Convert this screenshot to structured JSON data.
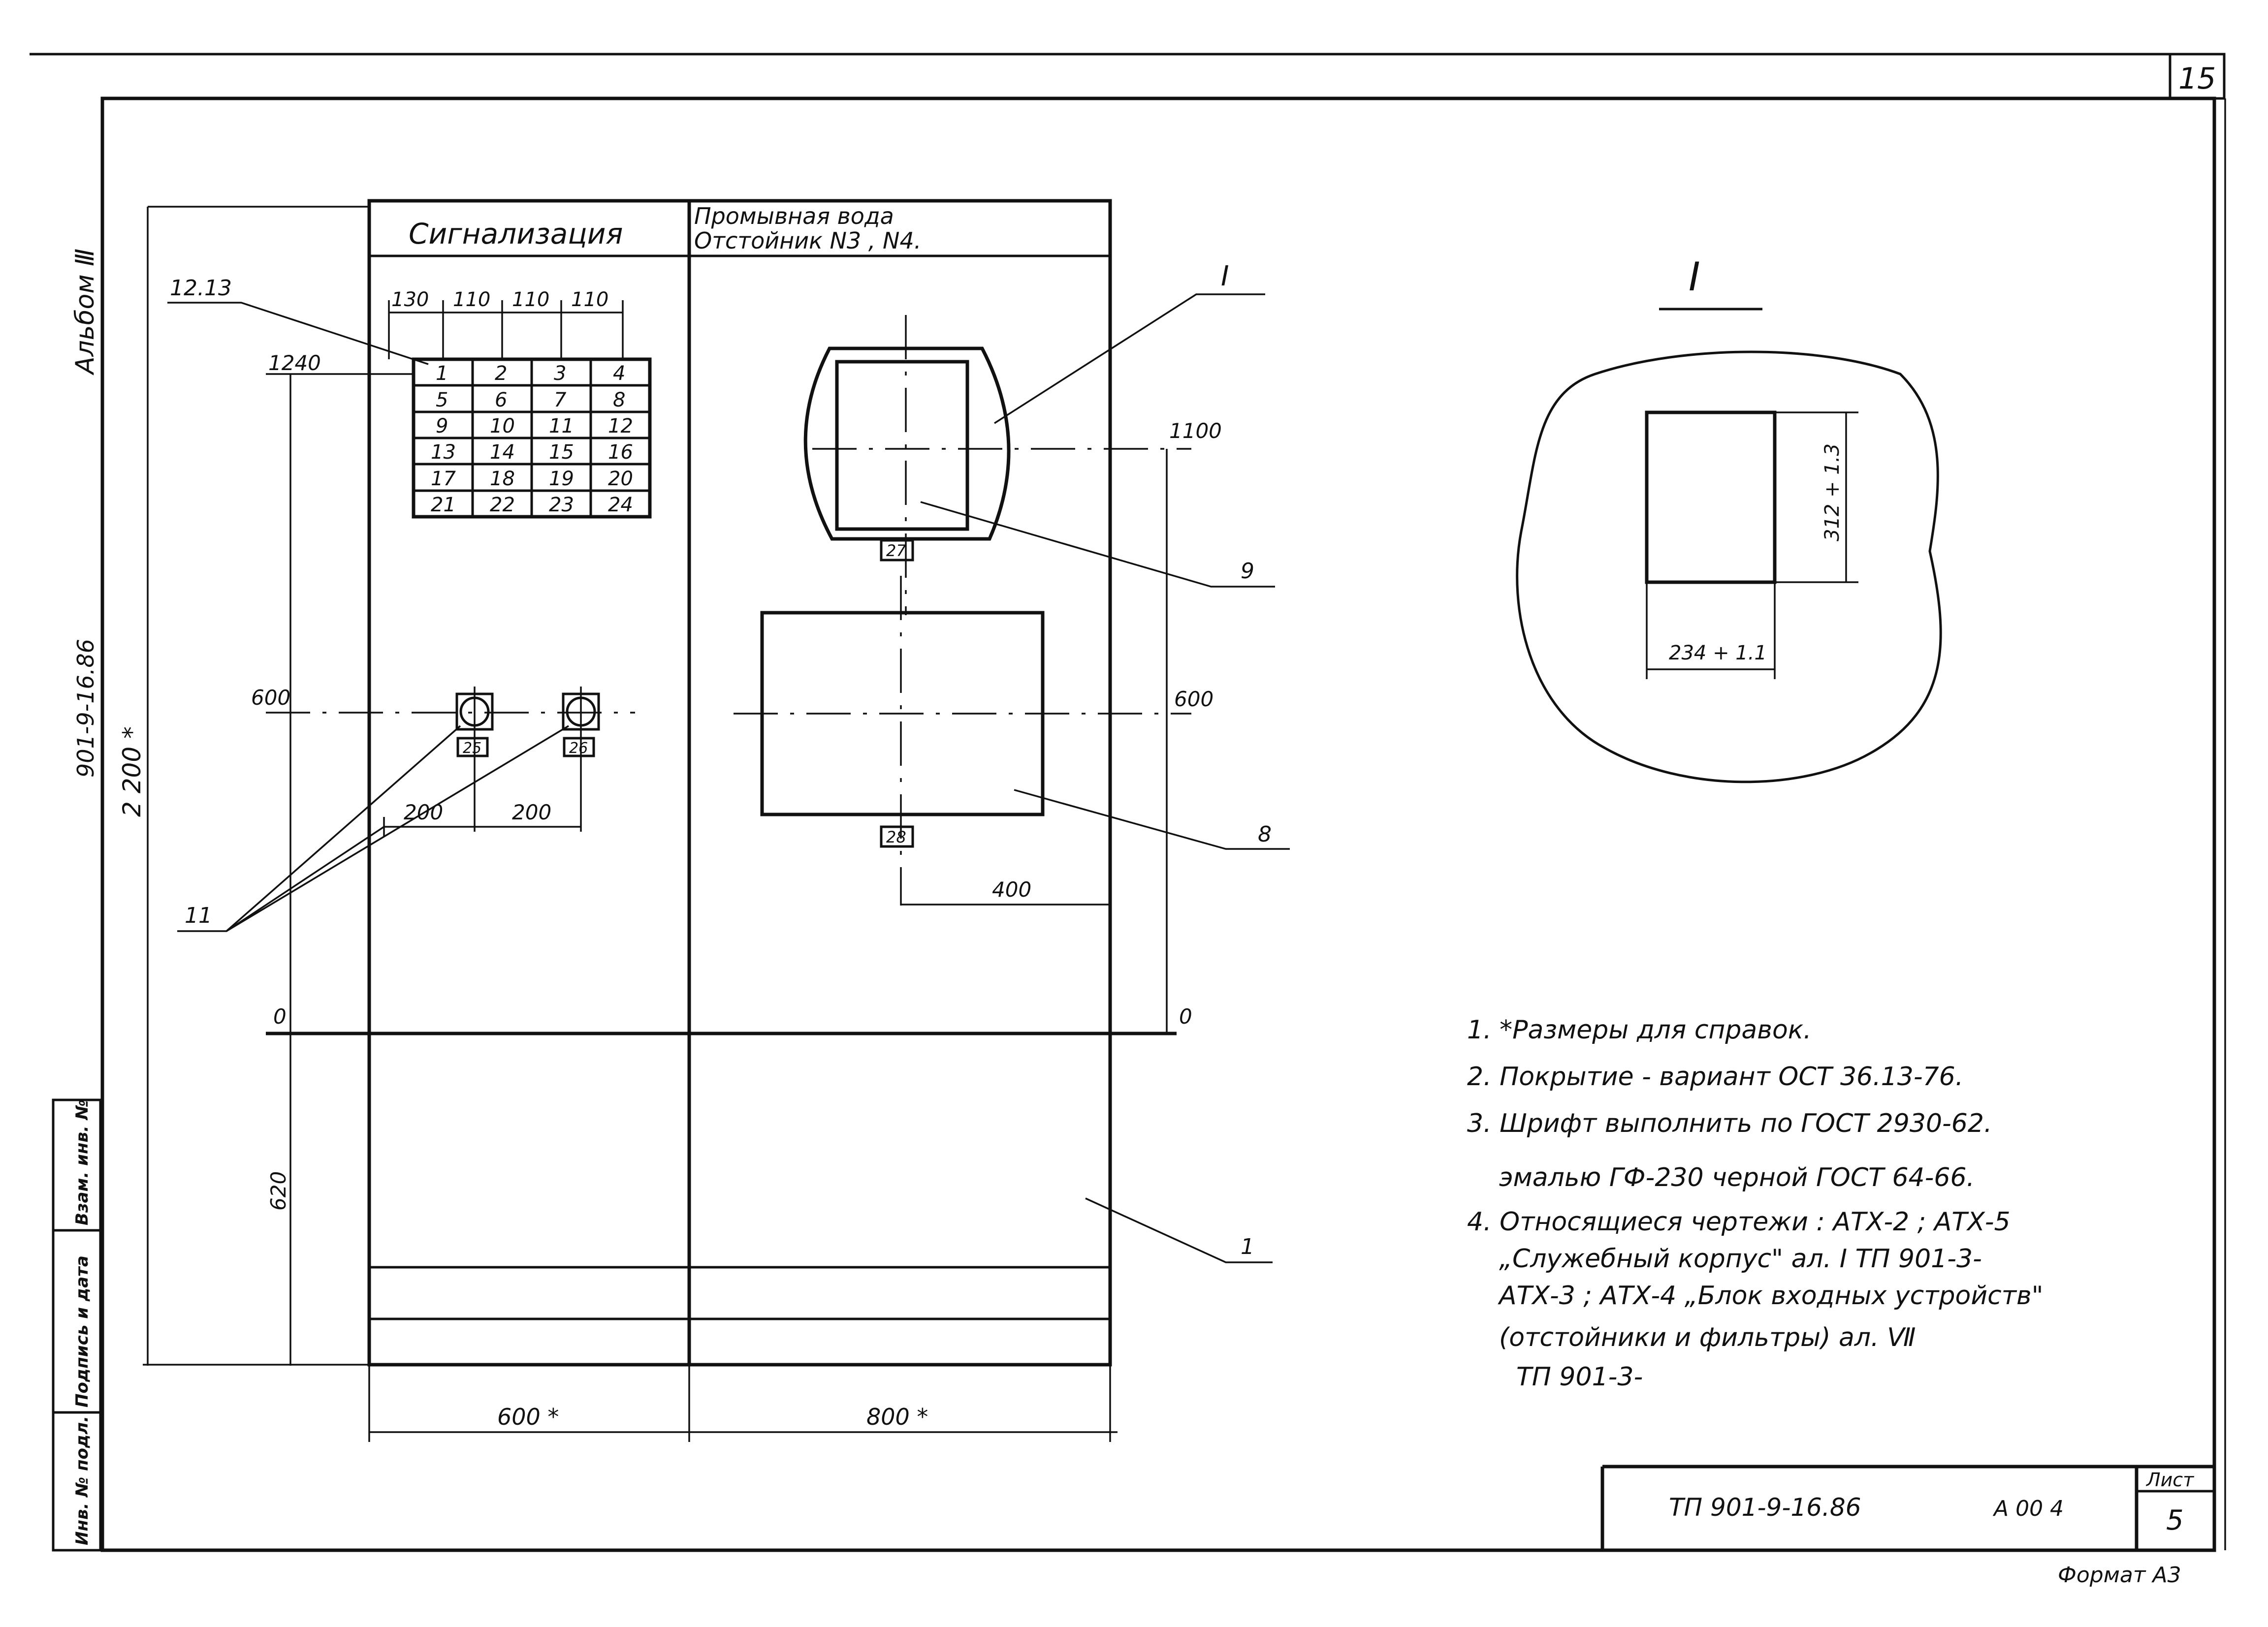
{
  "sheet_number": "15",
  "side": {
    "album": "Альбом Ⅲ",
    "doc_code": "901-9-16.86",
    "stamp_labels": [
      "Инв. № подл.",
      "Подпись и дата",
      "Взам. инв. №"
    ]
  },
  "panel": {
    "signal_header": "Сигнализация",
    "wash_header_line1": "Промывная   вода",
    "wash_header_line2": "Отстойник  N3 , N4.",
    "lamp_grid": [
      "1",
      "2",
      "3",
      "4",
      "5",
      "6",
      "7",
      "8",
      "9",
      "10",
      "11",
      "12",
      "13",
      "14",
      "15",
      "16",
      "17",
      "18",
      "19",
      "20",
      "21",
      "22",
      "23",
      "24"
    ],
    "tags": {
      "t25": "25",
      "t26": "26",
      "t27": "27",
      "t28": "28"
    }
  },
  "dims": {
    "col_widths": [
      "130",
      "110",
      "110",
      "110"
    ],
    "grid_level": "1240",
    "level_1100": "1100",
    "level_600_left": "600",
    "level_600_right": "600",
    "zero_left": "0",
    "zero_right": "0",
    "spacing_a": "200",
    "spacing_b": "200",
    "offset_400": "400",
    "total_height": "2 200 *",
    "bottom_620": "620",
    "width_left": "600 *",
    "width_right": "800 *"
  },
  "callouts": {
    "c1213": "12.13",
    "cI": "I",
    "c9": "9",
    "c8": "8",
    "c11": "11",
    "c1": "1"
  },
  "detail": {
    "title": "I",
    "height_dim": "312 + 1.3",
    "width_dim": "234 + 1.1"
  },
  "notes": [
    "1. *Размеры для справок.",
    "2. Покрытие - вариант ОСТ 36.13-76.",
    "3. Шрифт выполнить по ГОСТ 2930-62.",
    "эмалью ГФ-230 черной ГОСТ 64-66.",
    "4. Относящиеся чертежи : АТХ-2 ; АТХ-5",
    "„Служебный корпус\" ал. I ТП 901-3-",
    "АТХ-3 ; АТХ-4 „Блок входных устройств\"",
    "(отстойники и фильтры)  ал. Ⅶ",
    "ТП 901-3-"
  ],
  "title_block": {
    "code": "ТП 901-9-16.86",
    "album_code": "А 00 4",
    "sheet_label": "Лист",
    "sheet_value": "5"
  },
  "format_label": "Формат А3"
}
